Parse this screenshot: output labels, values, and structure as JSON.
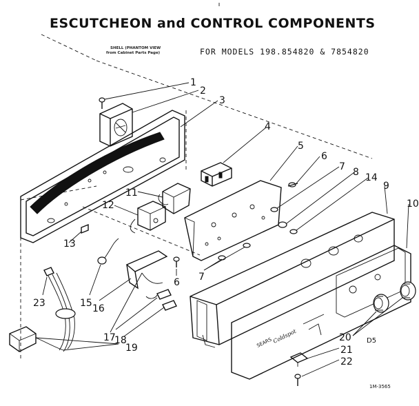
{
  "title": "ESCUTCHEON and CONTROL COMPONENTS",
  "models_line": "FOR MODELS 198.854820 & 7854820",
  "phantom_note": {
    "line1": "SHELL (PHANTOM VIEW",
    "line2": "from Cabinet Parts Page)"
  },
  "callouts": [
    "1",
    "2",
    "3",
    "4",
    "5",
    "6",
    "7",
    "8",
    "14",
    "9",
    "10",
    "11",
    "12",
    "13",
    "7",
    "6",
    "23",
    "15",
    "16",
    "17",
    "18",
    "19",
    "20",
    "21",
    "22"
  ],
  "console_brand": "Coldspot",
  "console_brand_prefix": "SEARS",
  "section_code": "D5",
  "drawing_number": "1M-3565"
}
